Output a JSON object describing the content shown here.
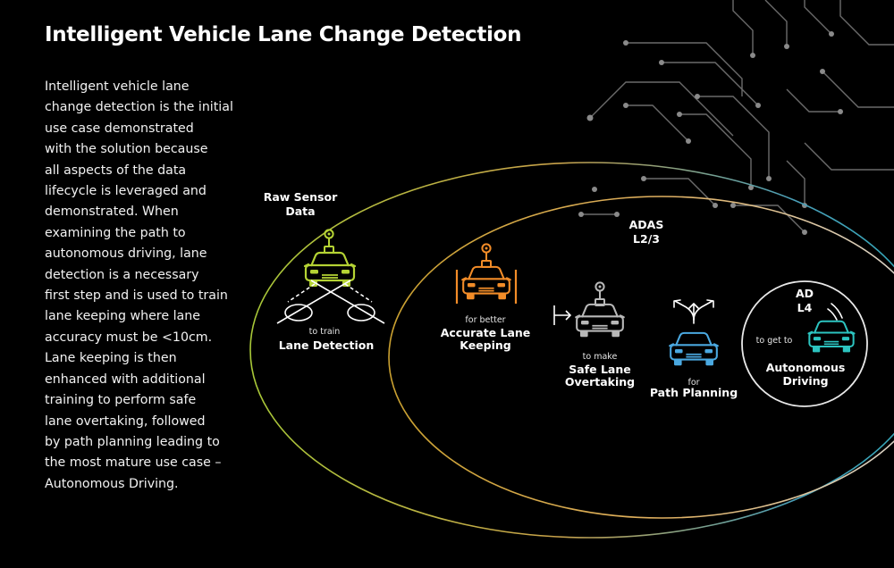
{
  "title": "Intelligent Vehicle Lane Change Detection",
  "description_lines": [
    "Intelligent vehicle lane",
    "change detection is the initial",
    "use case demonstrated",
    "with the solution because",
    "all aspects of the data",
    "lifecycle is leveraged and",
    "demonstrated. When",
    "examining the path to",
    "autonomous driving, lane",
    "detection is a necessary",
    "first step and is used to train",
    "lane keeping where lane",
    "accuracy must be <10cm.",
    "Lane keeping is then",
    "enhanced with additional",
    "training to perform safe",
    "lane overtaking, followed",
    "by path planning leading to",
    "the most mature use case –",
    "Autonomous Driving."
  ],
  "diagram": {
    "raw_sensor": {
      "line1": "Raw Sensor",
      "line2": "Data"
    },
    "lane_detection": {
      "connector": "to train",
      "label": "Lane Detection"
    },
    "adas": {
      "line1": "ADAS",
      "line2": "L2/3"
    },
    "lane_keeping": {
      "connector": "for better",
      "line1": "Accurate Lane",
      "line2": "Keeping"
    },
    "overtaking": {
      "connector": "to make",
      "line1": "Safe Lane",
      "line2": "Overtaking"
    },
    "path_planning": {
      "connector": "for",
      "label": "Path Planning"
    },
    "ad": {
      "line1": "AD",
      "line2": "L4",
      "connector": "to get to",
      "label1": "Autonomous",
      "label2": "Driving"
    }
  },
  "colors": {
    "background": "#000000",
    "lane_detection_car": "#b5d334",
    "lane_keeping_car": "#f28c28",
    "overtaking_car": "#b8b8b8",
    "path_planning_car": "#4aa8e0",
    "autonomous_car": "#2cc4c0",
    "circuit_lines": "#6b6b6b"
  },
  "icons": [
    "circuit-decoration",
    "car-icon",
    "sensor-antenna-icon",
    "lane-markers-icon",
    "arrow-right-icon",
    "split-arrows-icon",
    "signal-waves-icon"
  ]
}
